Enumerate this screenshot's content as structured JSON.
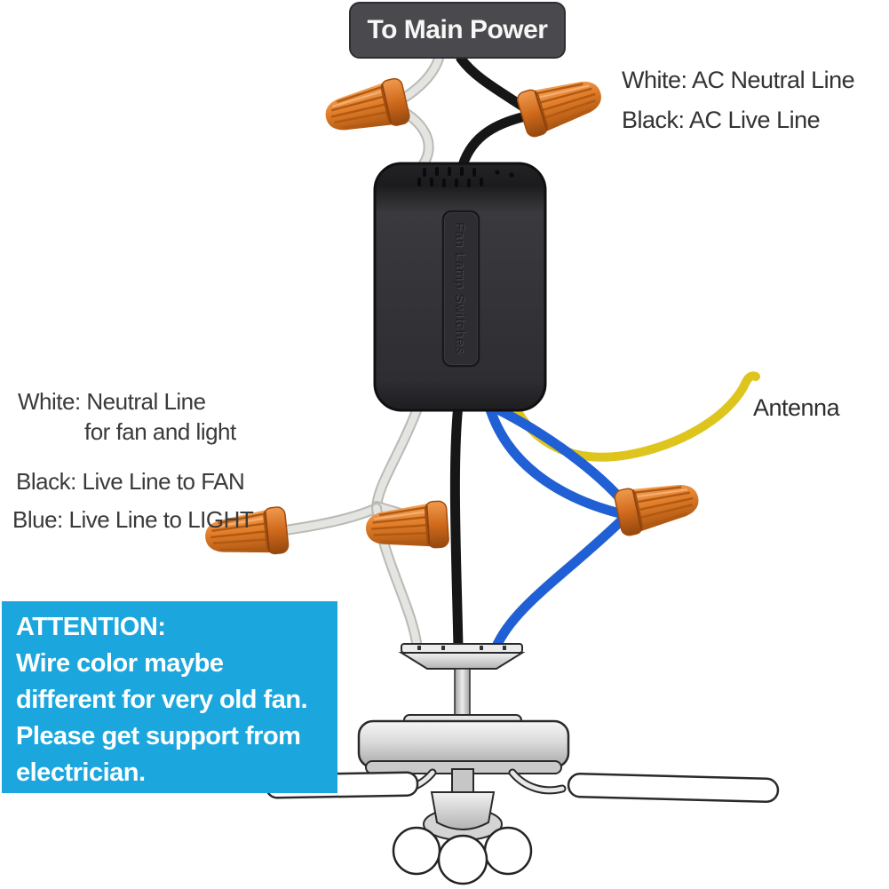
{
  "power_label": {
    "text": "To Main Power"
  },
  "ac_legend": {
    "white": "White: AC Neutral Line",
    "black": "Black: AC Live Line"
  },
  "output_legend": {
    "white_line1": "White: Neutral Line",
    "white_line2": "for fan and light",
    "black": "Black: Live Line to FAN",
    "blue": "Blue: Live Line to LIGHT"
  },
  "antenna": {
    "label": "Antenna"
  },
  "receiver": {
    "embossed_text": "Fan Lamp Switches"
  },
  "attention": {
    "heading": "ATTENTION:",
    "lines": [
      "Wire color maybe",
      "different for very old fan.",
      "Please get support from",
      "electrician."
    ]
  },
  "colors": {
    "attention_bg": "#1BA7DE",
    "power_label_bg": "#4A4A4E",
    "wire_white": "#DCDCD8",
    "wire_black": "#161616",
    "wire_blue": "#2160D4",
    "wire_yellow": "#DEC51E",
    "wire_nut_orange": "#E07C28",
    "receiver_body": "#313135"
  }
}
